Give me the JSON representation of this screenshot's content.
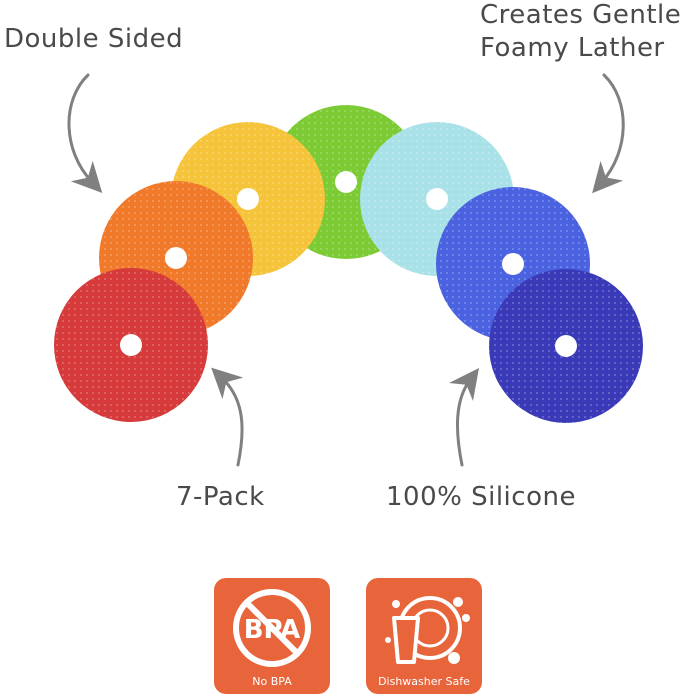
{
  "labels": {
    "top_left": "Double Sided",
    "top_right_line1": "Creates Gentle",
    "top_right_line2": "Foamy Lather",
    "bottom_left": "7-Pack",
    "bottom_right": "100% Silicone"
  },
  "badges": [
    {
      "icon": "no-bpa-icon",
      "caption": "No BPA",
      "icon_text": "BPA"
    },
    {
      "icon": "dishwasher-icon",
      "caption": "Dishwasher Safe"
    }
  ],
  "colors": {
    "text": "#4a4a4a",
    "arrow": "#808080",
    "badge_bg": "#e8643a",
    "discs": [
      "#d63a3a",
      "#f07a2a",
      "#f6c43a",
      "#7ccb34",
      "#a9e1e8",
      "#4a62e0",
      "#3a3ab8"
    ]
  }
}
